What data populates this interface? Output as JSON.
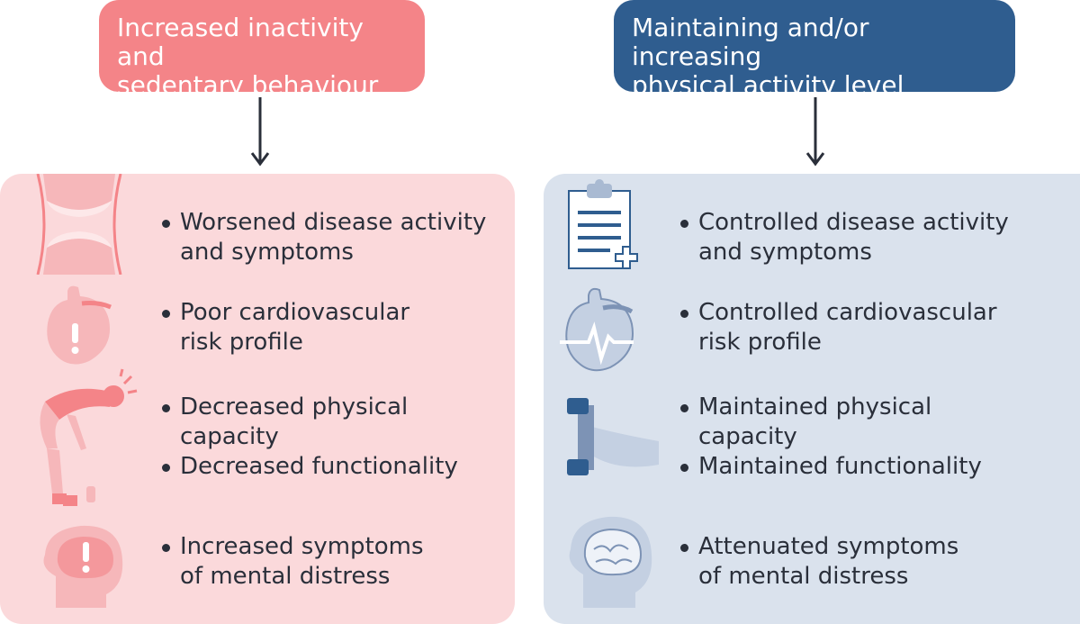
{
  "header_left": {
    "line1": "Increased inactivity and",
    "line2": "sedentary behaviour",
    "color": "#f48488"
  },
  "header_right": {
    "line1": "Maintaining and/or increasing",
    "line2": "physical activity level",
    "color": "#2f5d8f"
  },
  "left_panel": {
    "color": "#fbd9db",
    "items": [
      {
        "icon": "joint-icon",
        "lines": [
          "Worsened disease activity",
          "and symptoms"
        ]
      },
      {
        "icon": "heart-warning-icon",
        "lines": [
          "Poor cardiovascular",
          "risk profile"
        ]
      },
      {
        "icon": "exhausted-person-icon",
        "lines": [
          "Decreased physical",
          "capacity"
        ]
      },
      {
        "icon": "exhausted-person-icon",
        "lines": [
          "Decreased functionality"
        ]
      },
      {
        "icon": "brain-warning-icon",
        "lines": [
          "Increased symptoms",
          "of mental distress"
        ]
      }
    ]
  },
  "right_panel": {
    "color": "#dae2ed",
    "items": [
      {
        "icon": "clipboard-icon",
        "lines": [
          "Controlled disease activity",
          "and symptoms"
        ]
      },
      {
        "icon": "heart-pulse-icon",
        "lines": [
          "Controlled cardiovascular",
          "risk profile"
        ]
      },
      {
        "icon": "dumbbell-arm-icon",
        "lines": [
          "Maintained physical",
          "capacity"
        ]
      },
      {
        "icon": "dumbbell-arm-icon",
        "lines": [
          "Maintained functionality"
        ]
      },
      {
        "icon": "brain-icon",
        "lines": [
          "Attenuated symptoms",
          "of mental distress"
        ]
      }
    ]
  }
}
